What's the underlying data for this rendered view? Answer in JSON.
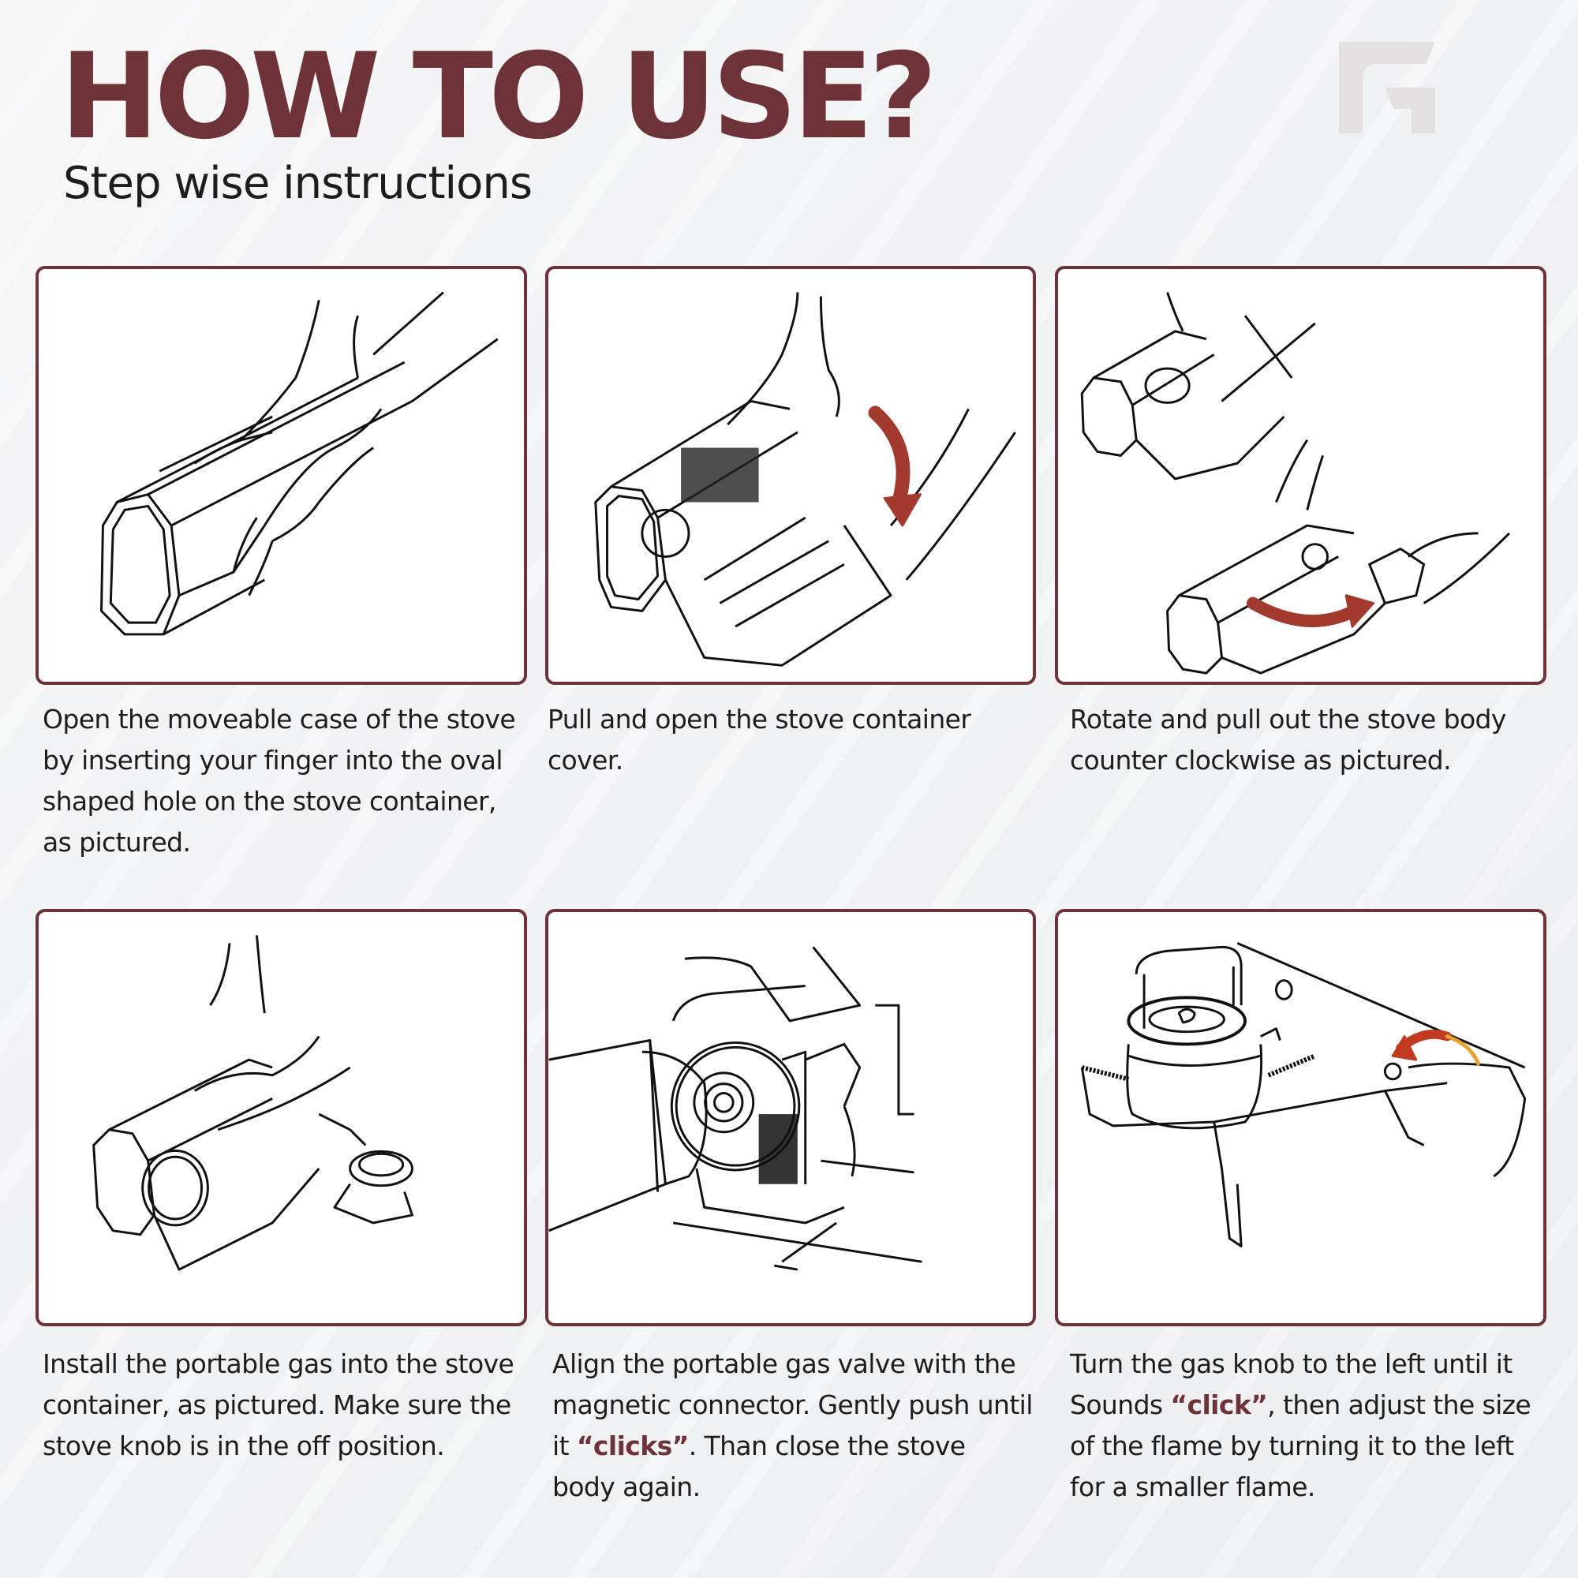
{
  "header": {
    "title": "HOW TO USE?",
    "subtitle": "Step wise instructions"
  },
  "logo": {
    "icon": "brand-logo-icon",
    "color": "#e4dfe1"
  },
  "colors": {
    "accent": "#6e3338",
    "text": "#1d1d1d",
    "arrow": "#a33a2e",
    "panel_bg": "#ffffff"
  },
  "steps": [
    {
      "illustration": "open-case-illustration",
      "caption": "Open the moveable case of the stove by inserting your finger into the oval shaped hole on the stove container, as pictured."
    },
    {
      "illustration": "open-cover-illustration",
      "caption": "Pull and open the stove container cover."
    },
    {
      "illustration": "rotate-body-illustration",
      "caption": "Rotate and pull out the stove body counter clockwise as pictured."
    },
    {
      "illustration": "install-gas-illustration",
      "caption": "Install the portable gas into the stove container, as pictured. Make sure the stove knob is in the off position."
    },
    {
      "illustration": "align-valve-illustration",
      "caption_parts": {
        "before": "Align the portable gas valve with the magnetic connector. Gently push until it ",
        "highlight": "“clicks”",
        "after": ". Than close the stove body again."
      }
    },
    {
      "illustration": "turn-knob-illustration",
      "caption_parts": {
        "before": "Turn the gas knob to the left until it Sounds ",
        "highlight": "“click”",
        "after": ", then adjust the size of the flame by turning it to the left for a smaller flame."
      }
    }
  ]
}
